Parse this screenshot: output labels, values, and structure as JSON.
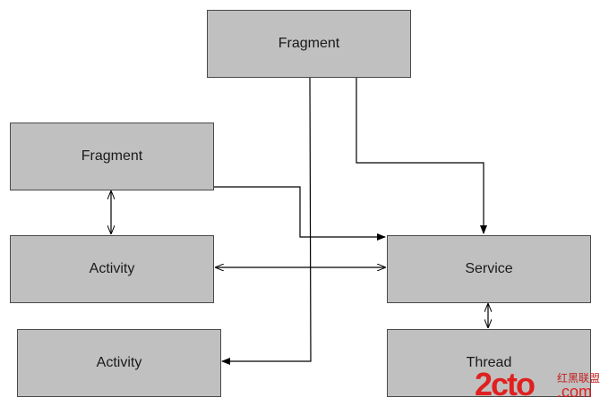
{
  "diagram": {
    "nodes": [
      {
        "id": "fragment-top",
        "label": "Fragment"
      },
      {
        "id": "fragment-left",
        "label": "Fragment"
      },
      {
        "id": "activity-mid",
        "label": "Activity"
      },
      {
        "id": "activity-bottom",
        "label": "Activity"
      },
      {
        "id": "service",
        "label": "Service"
      },
      {
        "id": "thread",
        "label": "Thread"
      }
    ],
    "edges": [
      {
        "from": "fragment-left",
        "to": "activity-mid",
        "type": "bidirectional"
      },
      {
        "from": "activity-mid",
        "to": "service",
        "type": "bidirectional"
      },
      {
        "from": "service",
        "to": "thread",
        "type": "bidirectional"
      },
      {
        "from": "fragment-top",
        "to": "service",
        "type": "directed"
      },
      {
        "from": "fragment-left",
        "to": "service",
        "type": "directed"
      },
      {
        "from": "fragment-top",
        "to": "activity-bottom",
        "type": "directed"
      }
    ]
  },
  "watermark": {
    "brand": "2cto",
    "domain": ".com",
    "chinese": "红黑联盟"
  }
}
